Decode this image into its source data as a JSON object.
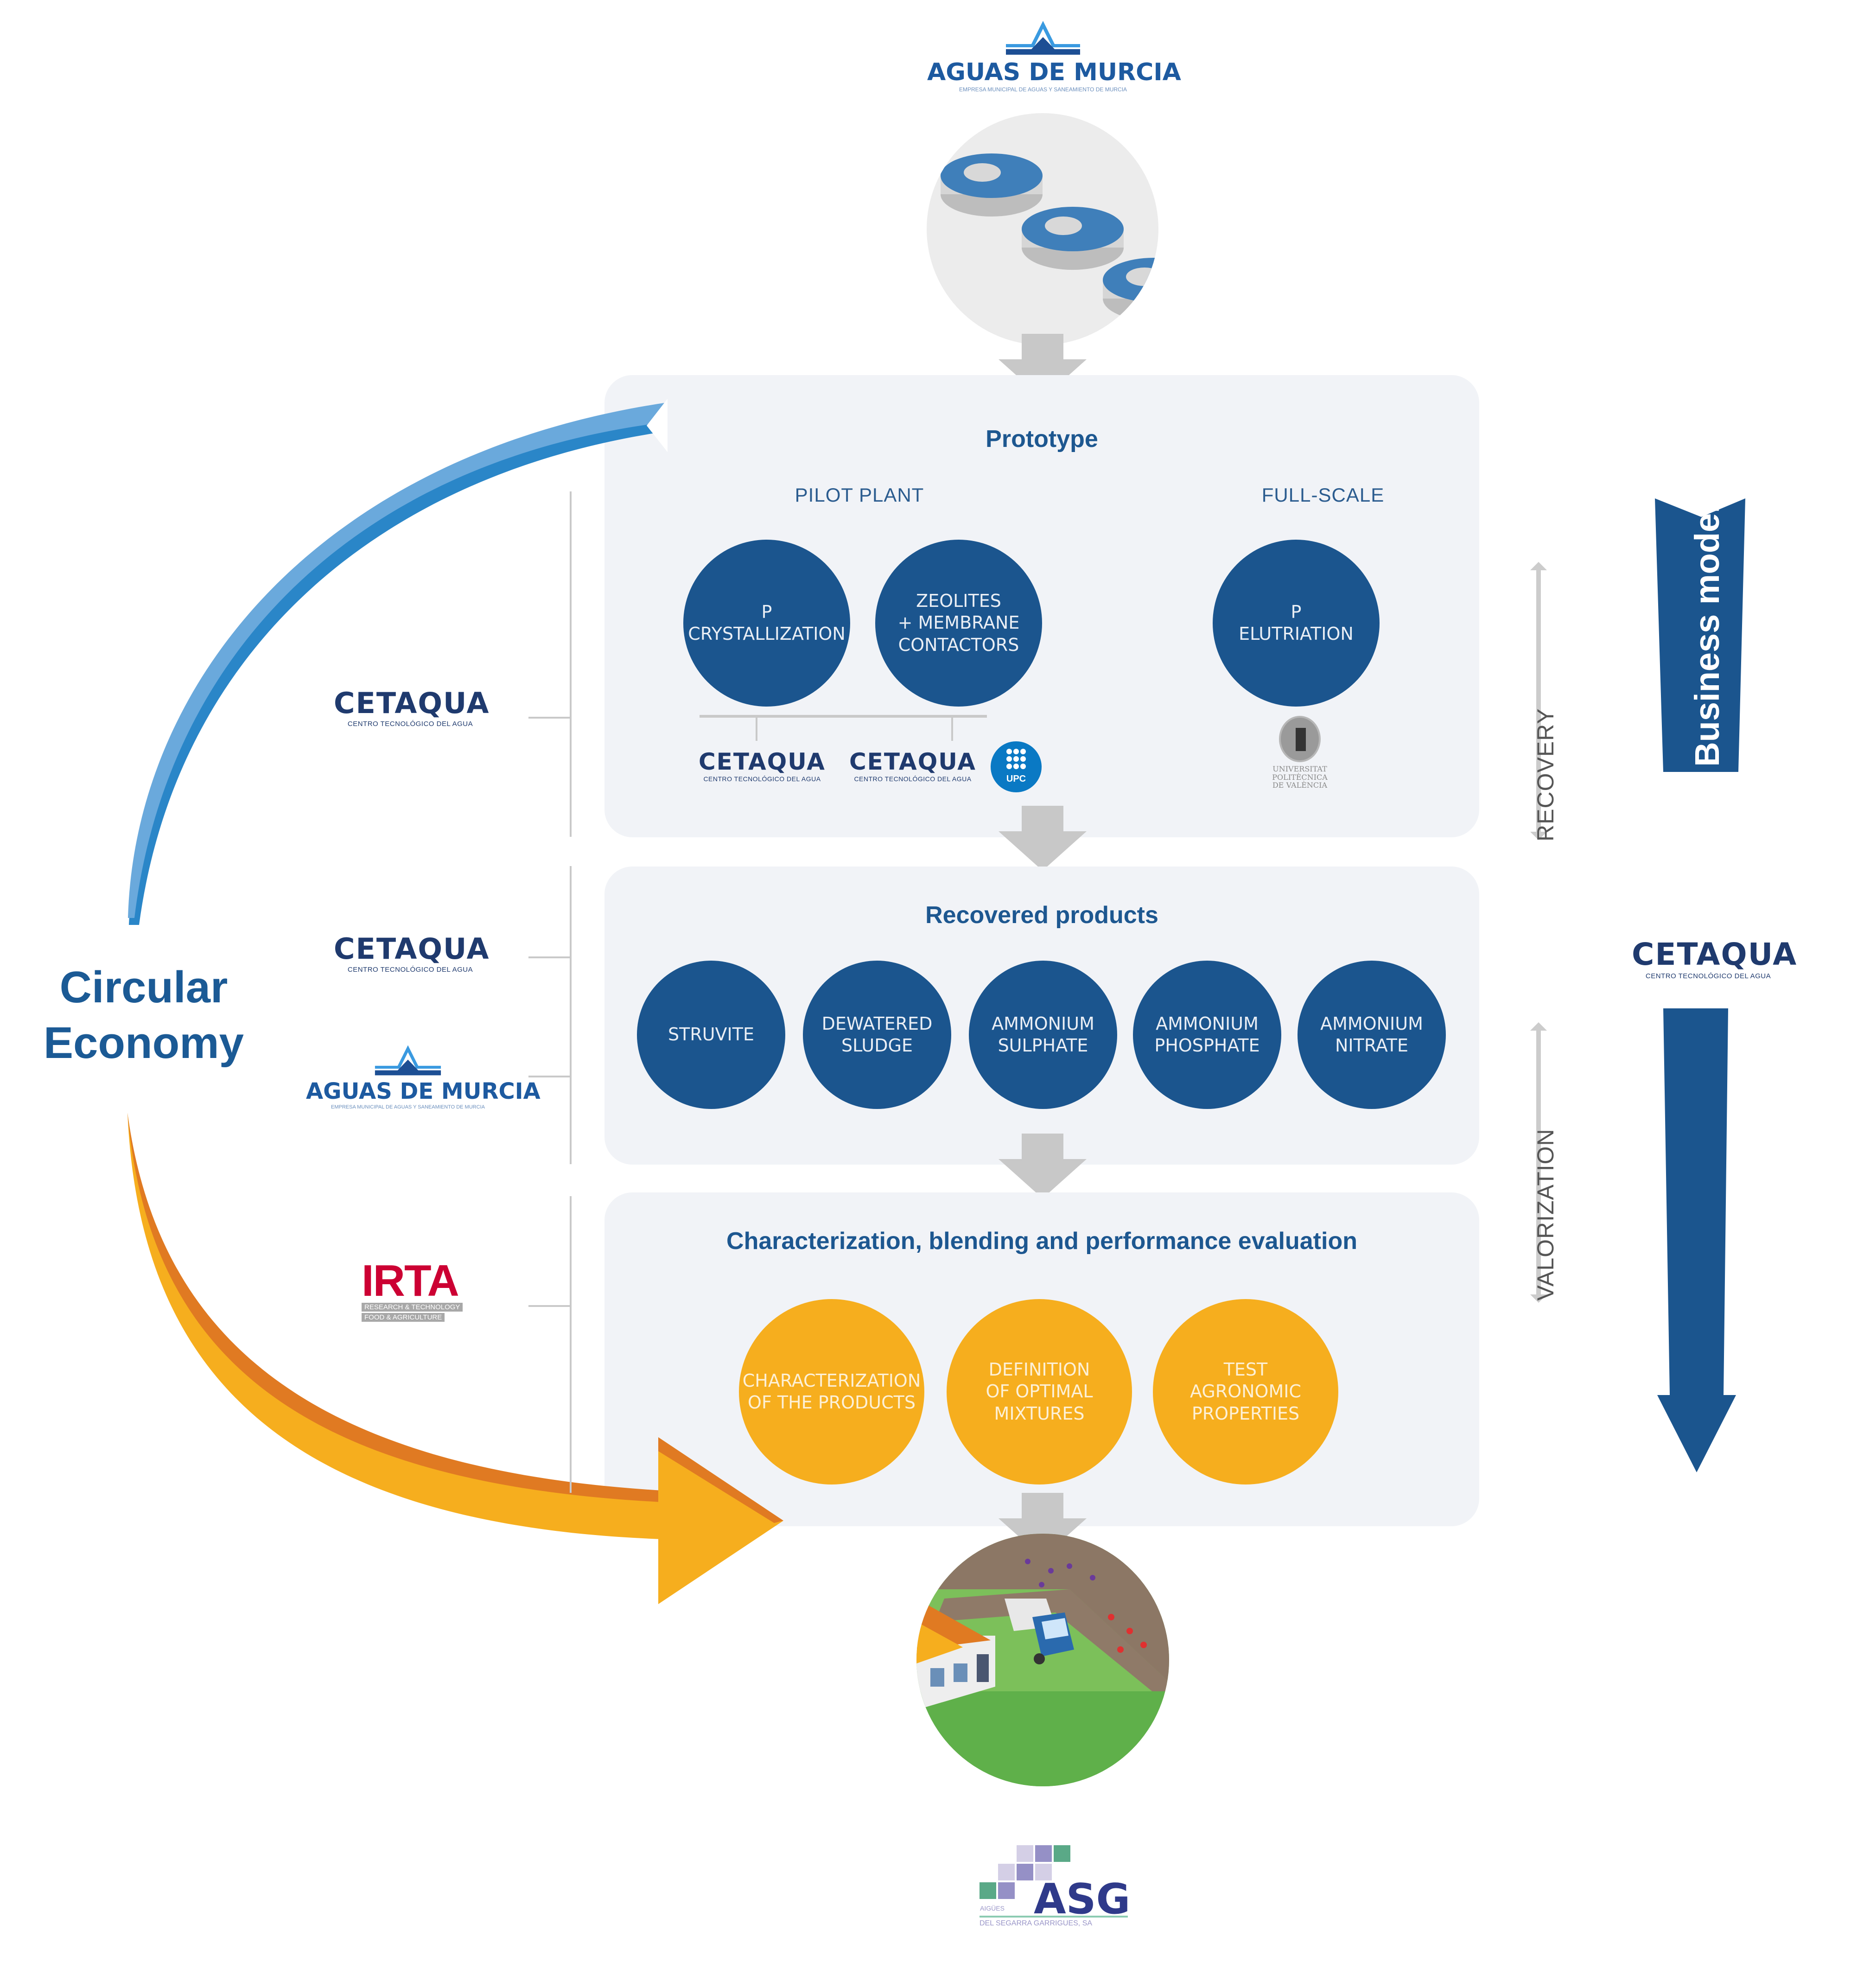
{
  "diagram_title": "Circular Economy nutrient recovery and valorization scheme",
  "top": {
    "logo": {
      "name": "AGUAS DE MURCIA",
      "tagline": "EMPRESA MUNICIPAL DE AGUAS Y SANEAMIENTO DE MURCIA"
    },
    "illustration": "wastewater-treatment-plant"
  },
  "prototype": {
    "title": "Prototype",
    "pilot_plant_label": "PILOT PLANT",
    "full_scale_label": "FULL-SCALE",
    "processes": [
      {
        "label": "P\nCRYSTALLIZATION",
        "group": "pilot"
      },
      {
        "label": "ZEOLITES\n+ MEMBRANE\nCONTACTORS",
        "group": "pilot"
      },
      {
        "label": "P\nELUTRIATION",
        "group": "full-scale"
      }
    ],
    "partners": [
      {
        "name": "CETAQUA",
        "tagline": "CENTRO TECNOLÓGICO DEL AGUA"
      },
      {
        "name": "CETAQUA",
        "tagline": "CENTRO TECNOLÓGICO DEL AGUA"
      },
      {
        "name": "UPC"
      },
      {
        "name": "UNIVERSITAT\nPOLITÈCNICA\nDE VALÈNCIA"
      }
    ]
  },
  "recovered": {
    "title": "Recovered products",
    "products": [
      "STRUVITE",
      "DEWATERED\nSLUDGE",
      "AMMONIUM\nSULPHATE",
      "AMMONIUM\nPHOSPHATE",
      "AMMONIUM\nNITRATE"
    ]
  },
  "characterization": {
    "title": "Characterization, blending and performance evaluation",
    "steps": [
      "CHARACTERIZATION\nOF THE PRODUCTS",
      "DEFINITION\nOF OPTIMAL\nMIXTURES",
      "TEST\nAGRONOMIC\nPROPERTIES"
    ]
  },
  "bottom": {
    "illustration": "farm-with-truck",
    "logo": {
      "name": "ASG",
      "prefix": "AIGÜES",
      "tagline": "DEL SEGARRA GARRIGUES, SA"
    }
  },
  "left": {
    "circular_label_line1": "Circular",
    "circular_label_line2": "Economy",
    "partners": [
      {
        "name": "CETAQUA",
        "tagline": "CENTRO TECNOLÓGICO DEL AGUA"
      },
      {
        "name": "CETAQUA",
        "tagline": "CENTRO TECNOLÓGICO DEL AGUA"
      },
      {
        "name": "AGUAS DE MURCIA",
        "tagline": "EMPRESA MUNICIPAL DE AGUAS Y SANEAMIENTO DE MURCIA"
      },
      {
        "name": "IRTA",
        "tagline1": "RESEARCH & TECHNOLOGY",
        "tagline2": "FOOD & AGRICULTURE"
      }
    ]
  },
  "right": {
    "recovery_label": "RECOVERY",
    "valorization_label": "VALORIZATION",
    "business_model_label": "Business model",
    "partner": {
      "name": "CETAQUA",
      "tagline": "CENTRO TECNOLÓGICO DEL AGUA"
    }
  },
  "colors": {
    "navy": "#1b558e",
    "orange": "#f6ae1e",
    "orange_dark": "#e07a22",
    "light_blue": "#6aa9dc",
    "mid_blue": "#2a86c8",
    "panel_bg": "#f1f3f7",
    "arrow_gray": "#c8c8c8",
    "irta_red": "#cc0033"
  }
}
